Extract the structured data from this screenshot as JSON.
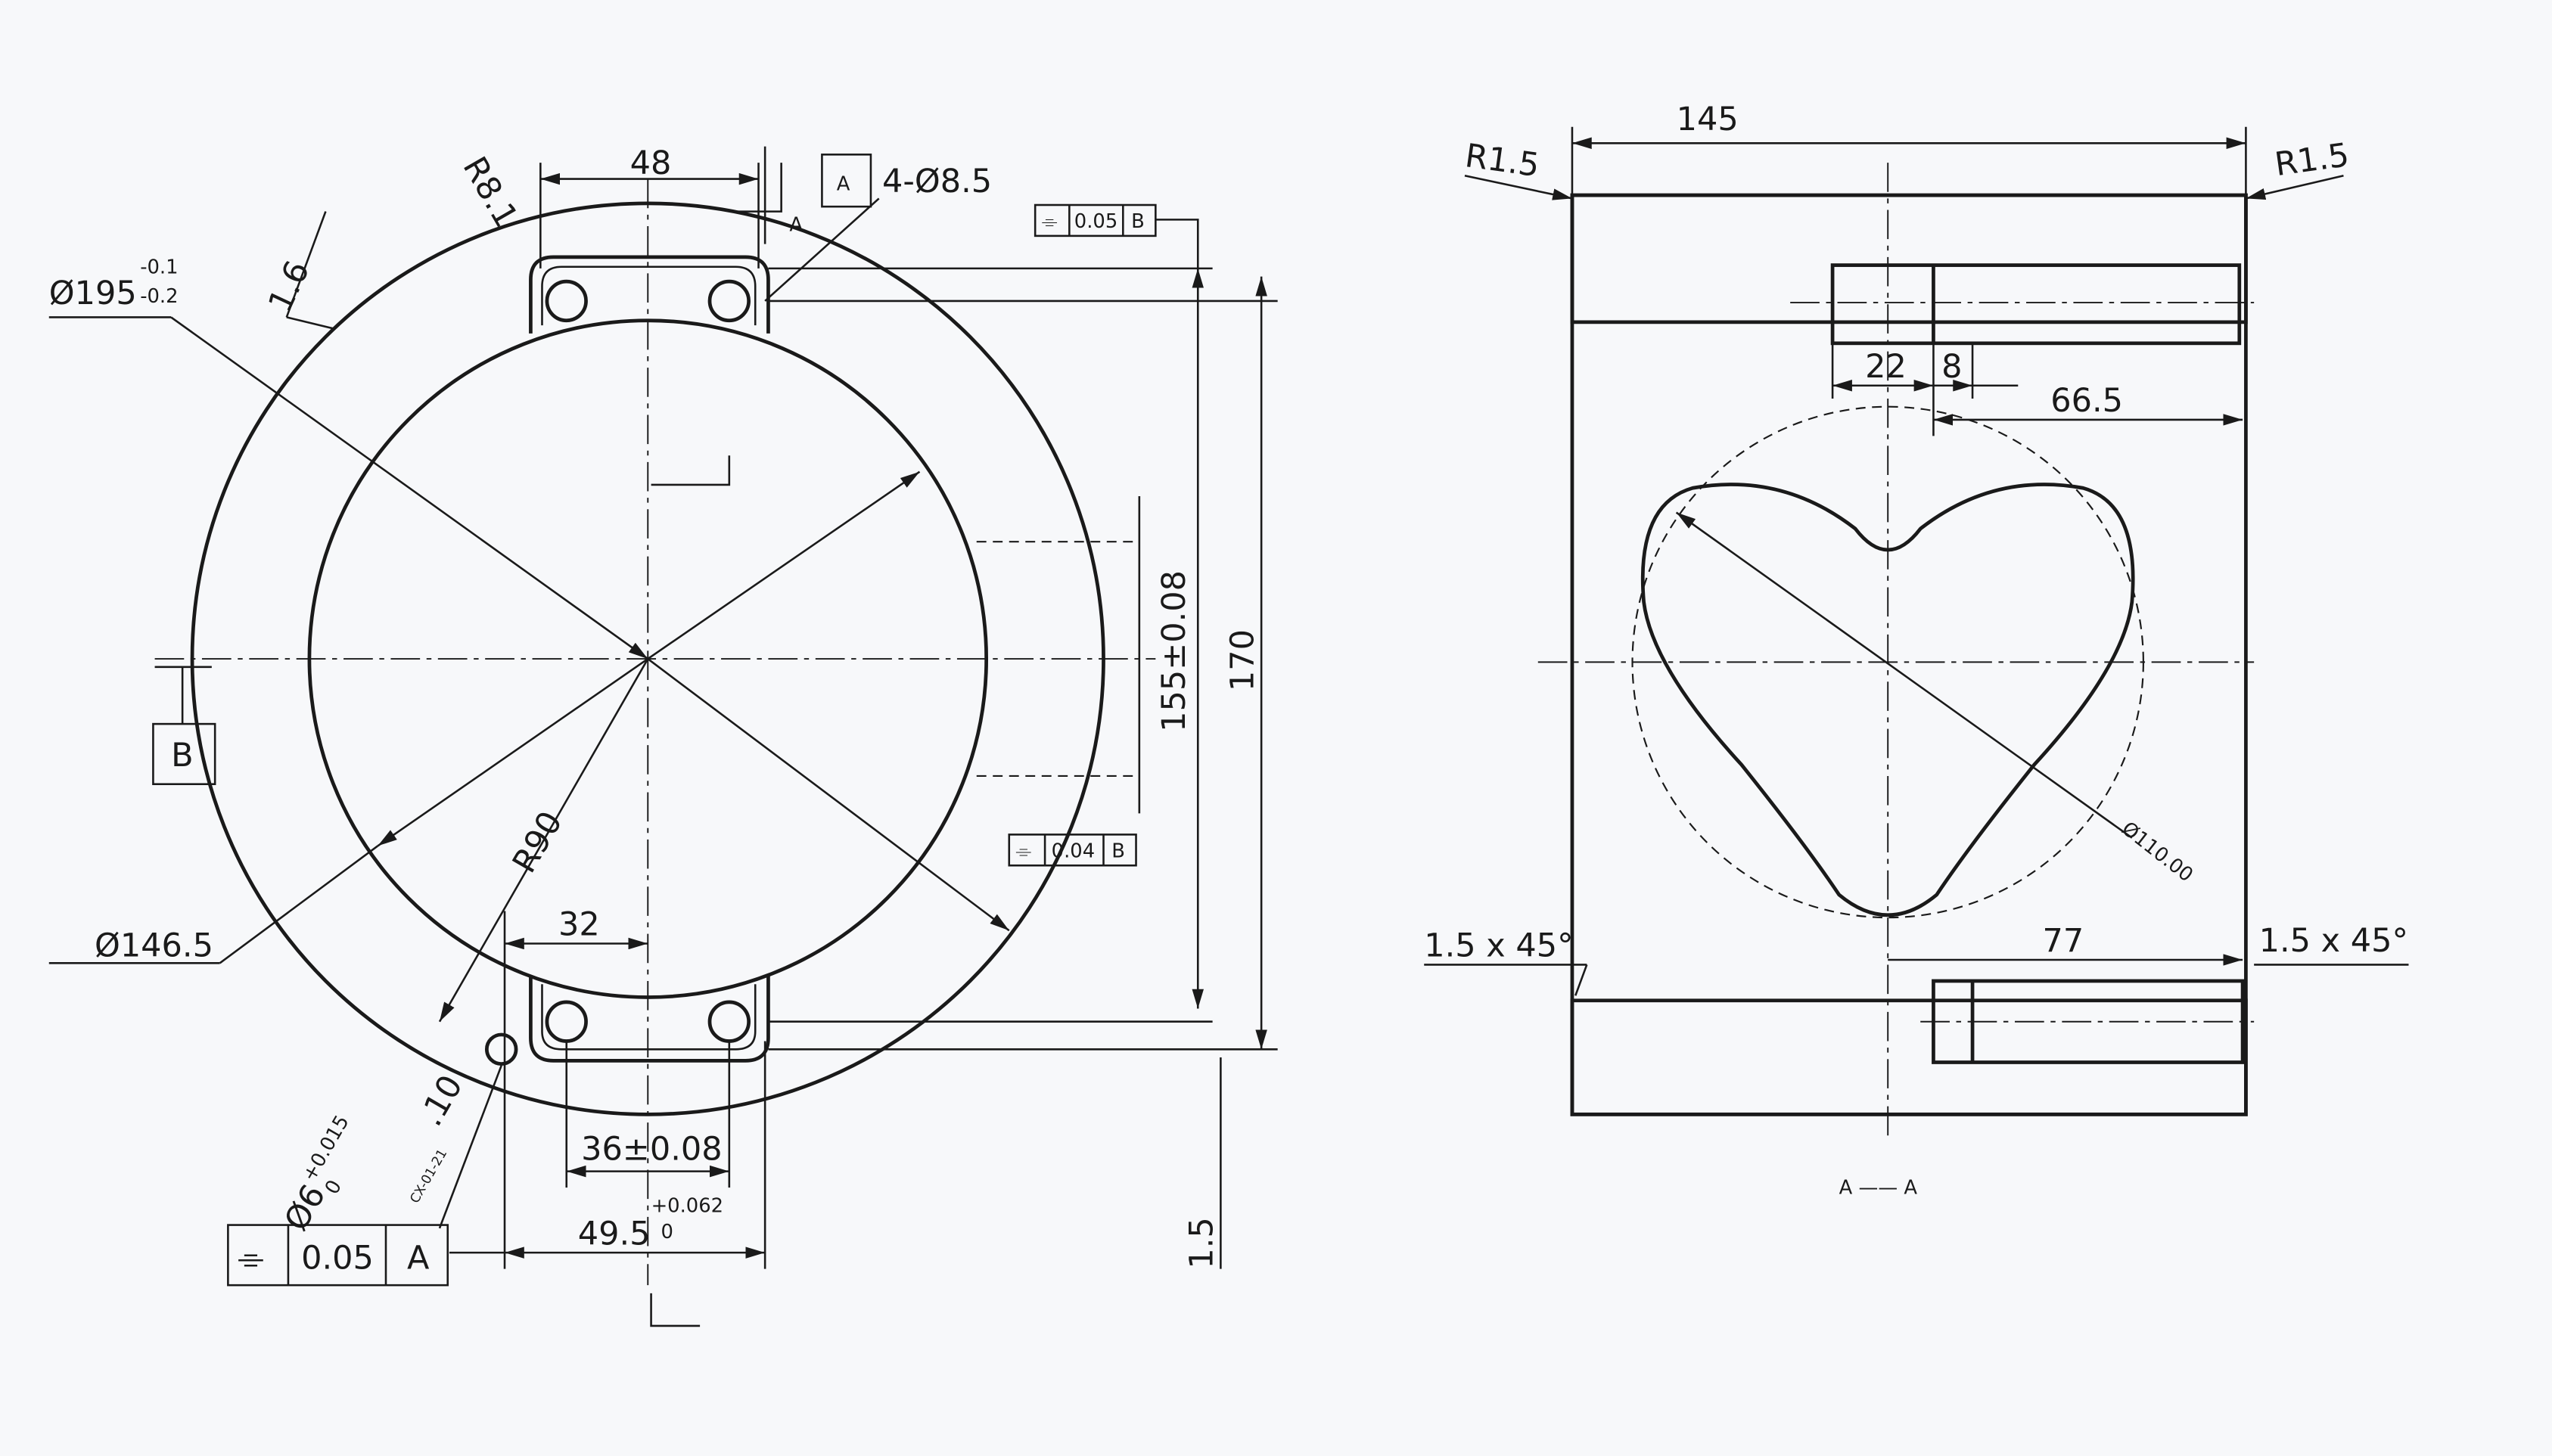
{
  "front_view": {
    "dim_48": "48",
    "dim_r81": "R8.1",
    "dim_holes": "4-Ø8.5",
    "datum_a_flag": "A",
    "section_mark": "A",
    "dia195": "Ø195",
    "dia195_upper": "-0.1",
    "dia195_lower": "-0.2",
    "roughness": "1.6",
    "datum_b": "B",
    "dia1465": "Ø146.5",
    "r90": "R90",
    "dim_32": "32",
    "dim_36": "36±0.08",
    "dim_495": "49.5",
    "dim_495_upper": "+0.062",
    "dim_495_lower": "0",
    "dim_10": ".10",
    "pin_dia": "Ø6",
    "pin_upper": "+0.015",
    "pin_lower": "0",
    "pin_part": "CX-01-21",
    "dim_155": "155±0.08",
    "dim_170": "170",
    "dim_15": "1.5",
    "fcf_top": {
      "symbol": "⌯",
      "value": "0.05",
      "datum": "B"
    },
    "fcf_mid": {
      "symbol": "⌯",
      "value": "0.04",
      "datum": "B"
    },
    "fcf_bottom": {
      "symbol": "⌯",
      "value": "0.05",
      "datum": "A"
    }
  },
  "section_view": {
    "dim_145": "145",
    "r15_left": "R1.5",
    "r15_right": "R1.5",
    "dim_22": "22",
    "dim_8": "8",
    "dim_665": "66.5",
    "dia110": "Ø110.00",
    "chamfer_left": "1.5 x 45°",
    "chamfer_right": "1.5 x 45°",
    "dim_77": "77",
    "section_label": "A —— A"
  }
}
